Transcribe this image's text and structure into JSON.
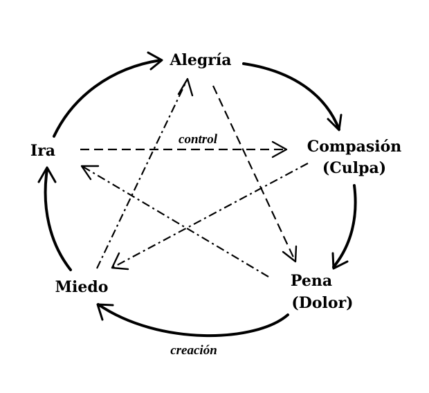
{
  "nodes": {
    "alegria": {
      "label": "Alegría"
    },
    "compasion": {
      "line1": "Compasión",
      "line2": "(Culpa)"
    },
    "pena": {
      "line1": "Pena",
      "line2": "(Dolor)"
    },
    "miedo": {
      "label": "Miedo"
    },
    "ira": {
      "label": "Ira"
    }
  },
  "edge_labels": {
    "control": "control",
    "creacion": "creación"
  }
}
